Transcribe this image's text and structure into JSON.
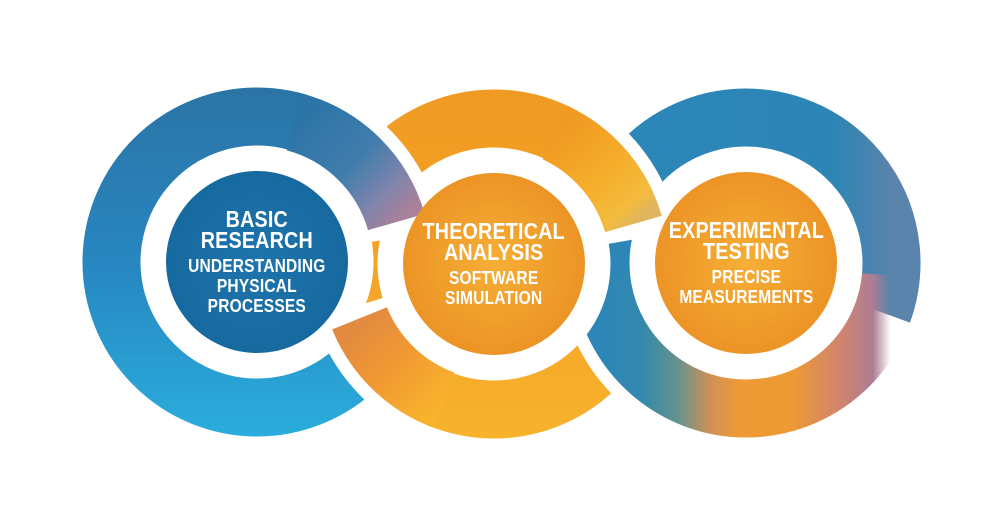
{
  "diagram": {
    "description": "Three interlinked rings infographic",
    "nodes": [
      {
        "id": "basic-research",
        "title": "BASIC\nRESEARCH",
        "subtitle": "UNDERSTANDING\nPHYSICAL\nPROCESSES"
      },
      {
        "id": "theoretical-analysis",
        "title": "THEORETICAL\nANALYSIS",
        "subtitle": "SOFTWARE\nSIMULATION"
      },
      {
        "id": "experimental-testing",
        "title": "EXPERIMENTAL\nTESTING",
        "subtitle": "PRECISE\nMEASUREMENTS"
      }
    ]
  },
  "palette": {
    "background": "#ffffff",
    "white": "#ffffff",
    "text": "#ffffff",
    "ring1_top": "#2b74a6",
    "ring1_mid": "#2886c0",
    "ring1_bottom": "#2aaddc",
    "ring1_tip_mid": "#8184ab",
    "ring1_tip_purple": "#a9819b",
    "ring2_top": "#f09a23",
    "ring2_mid": "#f4a527",
    "ring2_bottom": "#f8b22c",
    "ring2_tip_deep": "#e18a41",
    "ring2_tip_yellow": "#dfb55e",
    "ring3_blue": "#2c85b5",
    "ring3_blue_right": "#5a84ab",
    "ring3_rose": "#ab7d94",
    "ring3_salmon": "#cd8372",
    "ring3_orange": "#ee9a34",
    "ring3_orange2": "#ef9a34",
    "ring3_blend": "#d29154",
    "ring3_teal": "#63928f",
    "ring3_teal_blue": "#3389ad",
    "ring3_left_blue": "#2c86b8",
    "disc_blue_center": "#1f74ad",
    "disc_blue_edge": "#166a9f",
    "disc_orange_center": "#f6ae35",
    "disc_orange_edge": "#ec9426"
  }
}
